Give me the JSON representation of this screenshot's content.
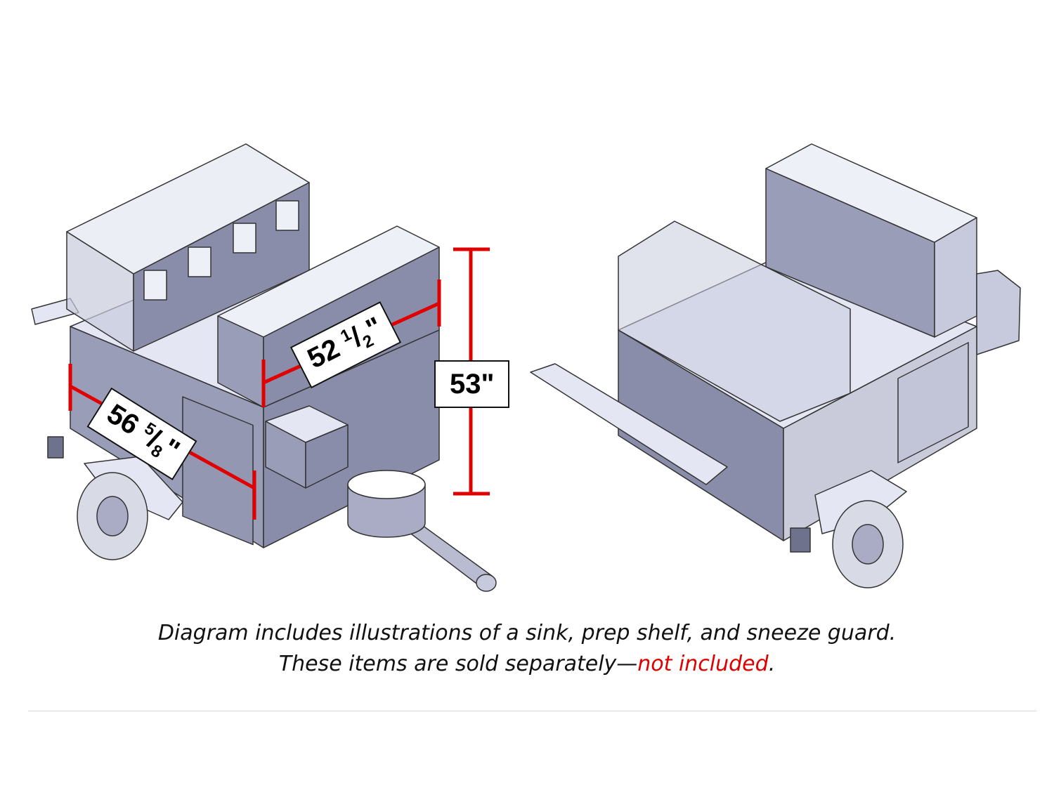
{
  "dimensions": {
    "length": {
      "whole": "56",
      "num": "5",
      "den": "8",
      "unit": "\""
    },
    "width": {
      "whole": "52",
      "num": "1",
      "den": "2",
      "unit": "\""
    },
    "height": {
      "text": "53\""
    }
  },
  "caption": {
    "line1": "Diagram includes illustrations of a sink, prep shelf, and sneeze guard.",
    "line2_prefix": "These items are sold separately—",
    "line2_highlight": "not included",
    "line2_suffix": "."
  },
  "colors": {
    "dimension": "#e00000",
    "panel": "#9a9db8",
    "top": "#e4e6f3"
  }
}
